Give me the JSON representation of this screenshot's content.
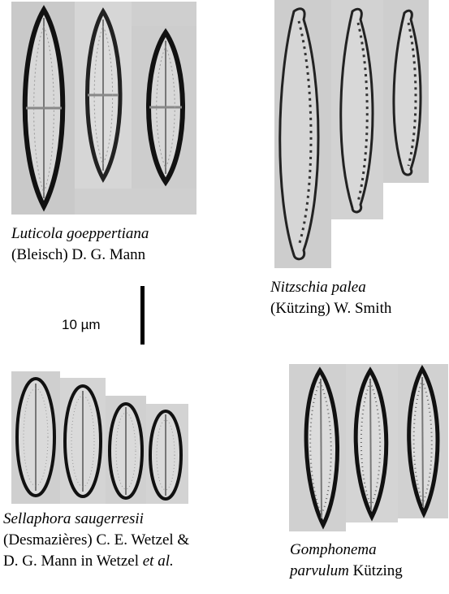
{
  "figure": {
    "background": "#ffffff",
    "panel_color": "#c8c8c8",
    "frustule_color": "#000000",
    "scale_bar": {
      "label": "10 µm"
    },
    "taxa": [
      {
        "id": "luticola",
        "name": "Luticola goeppertiana",
        "authority": "(Bleisch) D. G. Mann",
        "specimens": 3
      },
      {
        "id": "nitzschia",
        "name": "Nitzschia palea",
        "authority": "(Kützing) W. Smith",
        "specimens": 3
      },
      {
        "id": "sellaphora",
        "name": "Sellaphora saugerresii",
        "authority_line1": "(Desmazières) C. E. Wetzel &",
        "authority_line2_prefix": "D. G. Mann in Wetzel",
        "authority_line2_italic": "et al.",
        "specimens": 4
      },
      {
        "id": "gomphonema",
        "name_line1": "Gomphonema",
        "name_line2": "parvulum",
        "authority": "Kützing",
        "specimens": 3
      }
    ]
  }
}
